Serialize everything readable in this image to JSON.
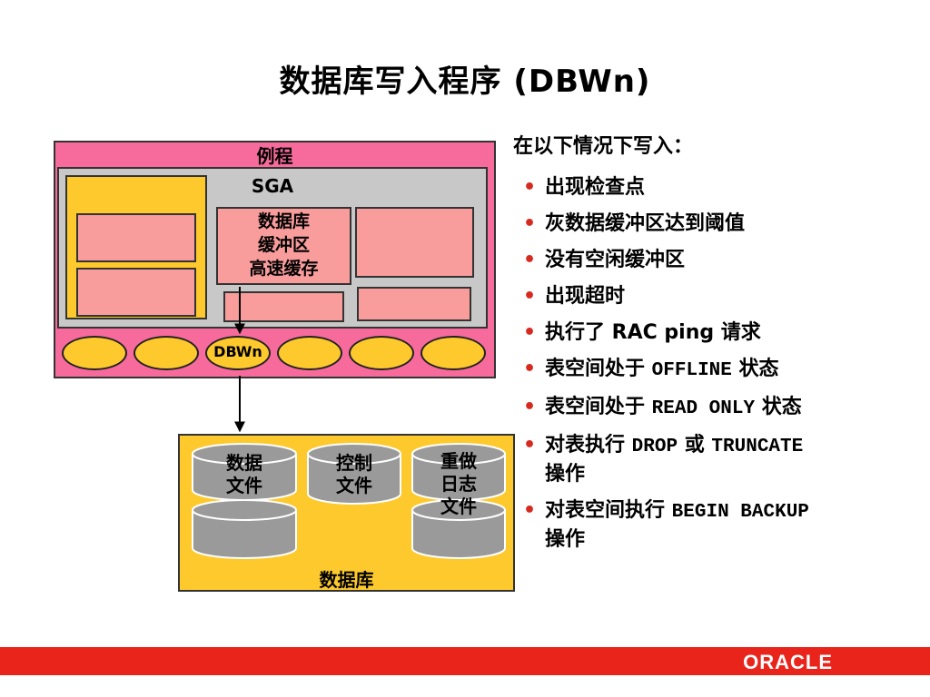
{
  "title": "数据库写入程序 (DBWn)",
  "diagram": {
    "instance_label": "例程",
    "sga_label": "SGA",
    "buffer_cache_label": [
      "数据库",
      "缓冲区",
      "高速缓存"
    ],
    "dbwn_label": "DBWn",
    "files": {
      "datafile_label": [
        "数据",
        "文件"
      ],
      "controlfile_label": [
        "控制",
        "文件"
      ],
      "redolog_label": [
        "重做",
        "日志",
        "文件"
      ]
    },
    "database_label": "数据库"
  },
  "panel": {
    "heading": "在以下情况下写入：",
    "bullet_symbol": "•",
    "bullets": {
      "b1": "出现检查点",
      "b2": "灰数据缓冲区达到阈值",
      "b3": "没有空闲缓冲区",
      "b4": "出现超时",
      "b5": "执行了 RAC ping 请求",
      "b6_pre": "表空间处于 ",
      "b6_code": "OFFLINE",
      "b6_post": " 状态",
      "b7_pre": "表空间处于 ",
      "b7_code": "READ ONLY",
      "b7_post": " 状态",
      "b8_pre": "对表执行 ",
      "b8_code1": "DROP",
      "b8_mid": " 或 ",
      "b8_code2": "TRUNCATE",
      "b8_line2": "操作",
      "b9_pre": "对表空间执行 ",
      "b9_code": "BEGIN BACKUP",
      "b9_line2": "操作"
    }
  },
  "footer": {
    "logo_text": "ORACLE"
  },
  "colors": {
    "instance_bg": "#f76b9c",
    "sga_bg": "#c8c8c8",
    "yellow": "#fdc92c",
    "pink_box": "#f99c9c",
    "cylinder_gray": "#9a9a9a",
    "footer_red": "#e8241b",
    "bullet_red": "#d62a1e"
  }
}
